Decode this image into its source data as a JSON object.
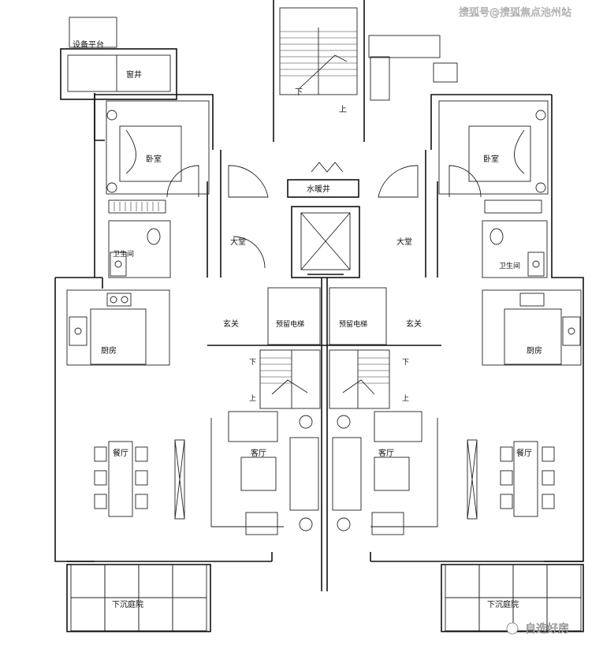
{
  "watermark_top": "搜狐号@搜狐焦点池州站",
  "watermark_bottom": "自选好房",
  "labels": {
    "equipment_platform": "设备平台",
    "window_well": "窗井",
    "bedroom": "卧室",
    "bathroom": "卫生间",
    "kitchen": "厨房",
    "dining": "餐厅",
    "living": "客厅",
    "lobby": "大堂",
    "foyer": "玄关",
    "reserved_elevator": "预留电梯",
    "water_heating_shaft": "水暖井",
    "sunken_courtyard": "下沉庭院",
    "down": "下",
    "up": "上"
  }
}
